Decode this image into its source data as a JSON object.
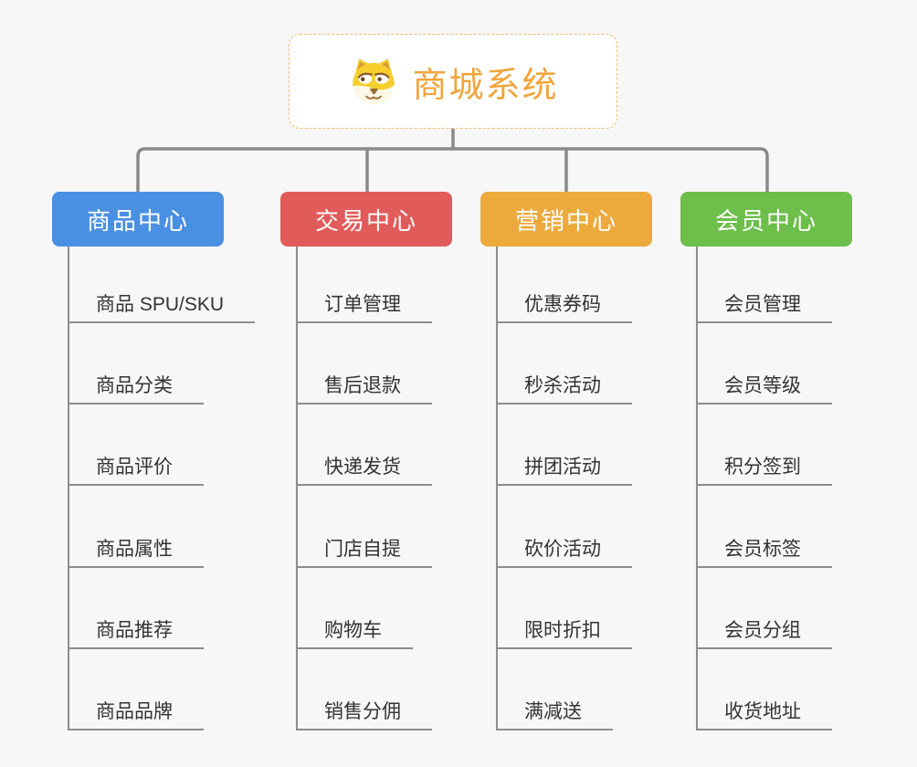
{
  "colors": {
    "background": "#f7f7f7",
    "connector_line": "#8d8d8d",
    "root_text": "#f1a53c",
    "root_border": "#f2bc66",
    "item_text": "#333333"
  },
  "root": {
    "title": "商城系统",
    "icon": "dog-face"
  },
  "branches": [
    {
      "label": "商品中心",
      "color": "#4a90e2",
      "items": [
        "商品 SPU/SKU",
        "商品分类",
        "商品评价",
        "商品属性",
        "商品推荐",
        "商品品牌"
      ]
    },
    {
      "label": "交易中心",
      "color": "#e25b5b",
      "items": [
        "订单管理",
        "售后退款",
        "快递发货",
        "门店自提",
        "购物车",
        "销售分佣"
      ]
    },
    {
      "label": "营销中心",
      "color": "#ecaa3d",
      "items": [
        "优惠券码",
        "秒杀活动",
        "拼团活动",
        "砍价活动",
        "限时折扣",
        "满减送"
      ]
    },
    {
      "label": "会员中心",
      "color": "#6dbe4a",
      "items": [
        "会员管理",
        "会员等级",
        "积分签到",
        "会员标签",
        "会员分组",
        "收货地址"
      ]
    }
  ]
}
